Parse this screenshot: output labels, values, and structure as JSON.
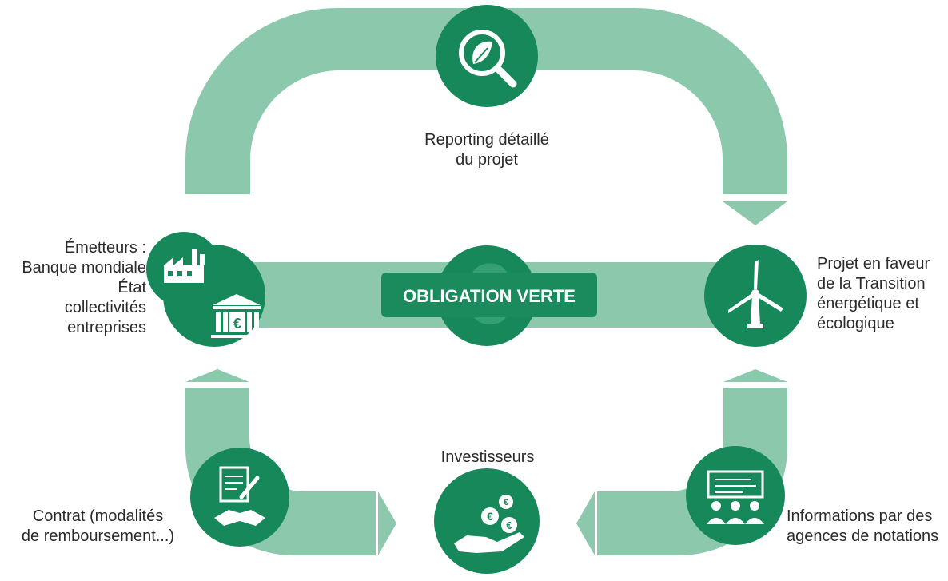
{
  "colors": {
    "band": "#8cc9ac",
    "band_dark": "#6fb694",
    "circle": "#17885a",
    "circle_dark": "#0f7a4e",
    "pill": "#1b8a5c",
    "white": "#ffffff"
  },
  "center_pill": {
    "label": "OBLIGATION VERTE"
  },
  "top": {
    "lines": [
      "Reporting détaillé",
      "du projet"
    ],
    "icon": "leaf-magnifier-icon"
  },
  "left": {
    "lines": [
      "Émetteurs :",
      "Banque mondiale",
      "État",
      "collectivités",
      "entreprises"
    ],
    "icons": [
      "factory-icon",
      "bank-euro-icon"
    ]
  },
  "right": {
    "lines": [
      "Projet en faveur",
      "de la Transition",
      "énergétique et",
      "écologique"
    ],
    "icon": "wind-turbine-icon"
  },
  "bottom": {
    "label": "Investisseurs",
    "icon": "hand-coins-icon"
  },
  "bottom_left": {
    "lines": [
      "Contrat (modalités",
      "de remboursement...)"
    ],
    "icon": "contract-handshake-icon"
  },
  "bottom_right": {
    "lines": [
      "Informations par des",
      "agences de notations"
    ],
    "icon": "rating-agency-icon"
  }
}
